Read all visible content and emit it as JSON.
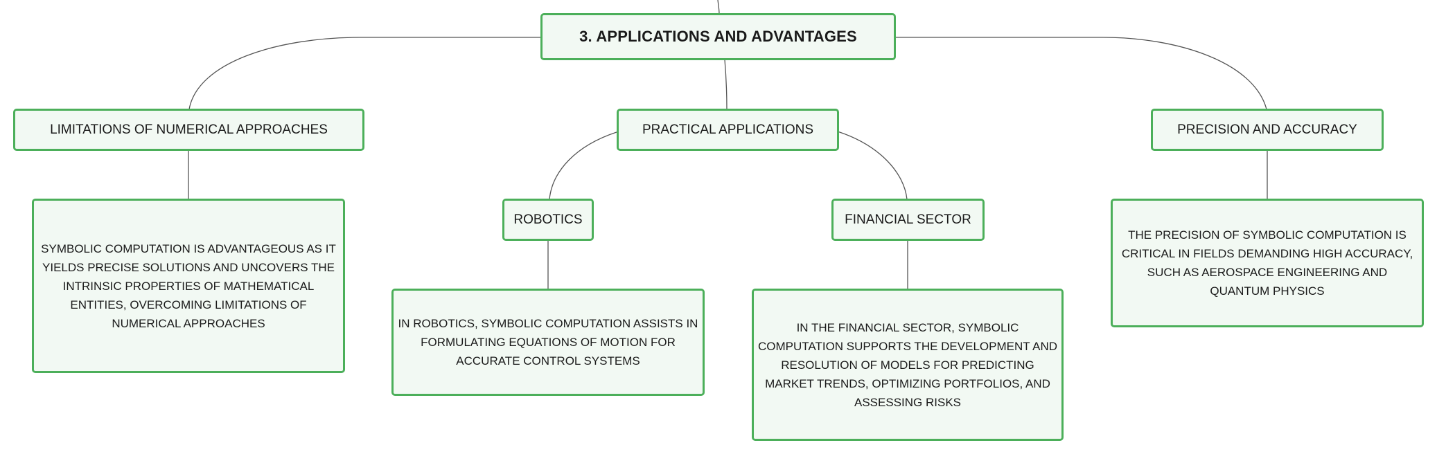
{
  "mindmap": {
    "root": {
      "label": "3. APPLICATIONS AND ADVANTAGES"
    },
    "branches": {
      "limitations": {
        "label": "LIMITATIONS OF NUMERICAL APPROACHES",
        "detail": "SYMBOLIC COMPUTATION IS ADVANTAGEOUS AS IT YIELDS PRECISE SOLUTIONS AND UNCOVERS THE INTRINSIC PROPERTIES OF MATHEMATICAL ENTITIES, OVERCOMING LIMITATIONS OF NUMERICAL APPROACHES"
      },
      "practical": {
        "label": "PRACTICAL APPLICATIONS",
        "robotics": {
          "label": "ROBOTICS",
          "detail": "IN ROBOTICS, SYMBOLIC COMPUTATION ASSISTS IN FORMULATING EQUATIONS OF MOTION FOR ACCURATE CONTROL SYSTEMS"
        },
        "financial": {
          "label": "FINANCIAL SECTOR",
          "detail": "IN THE FINANCIAL SECTOR, SYMBOLIC COMPUTATION SUPPORTS THE DEVELOPMENT AND RESOLUTION OF MODELS FOR PREDICTING MARKET TRENDS, OPTIMIZING PORTFOLIOS, AND ASSESSING RISKS"
        }
      },
      "precision": {
        "label": "PRECISION AND ACCURACY",
        "detail": "THE PRECISION OF SYMBOLIC COMPUTATION IS CRITICAL IN FIELDS DEMANDING HIGH ACCURACY, SUCH AS AEROSPACE ENGINEERING AND QUANTUM PHYSICS"
      }
    },
    "colors": {
      "node_border": "#4caf5a",
      "node_fill": "#f2f9f3",
      "connector": "#555555"
    }
  }
}
